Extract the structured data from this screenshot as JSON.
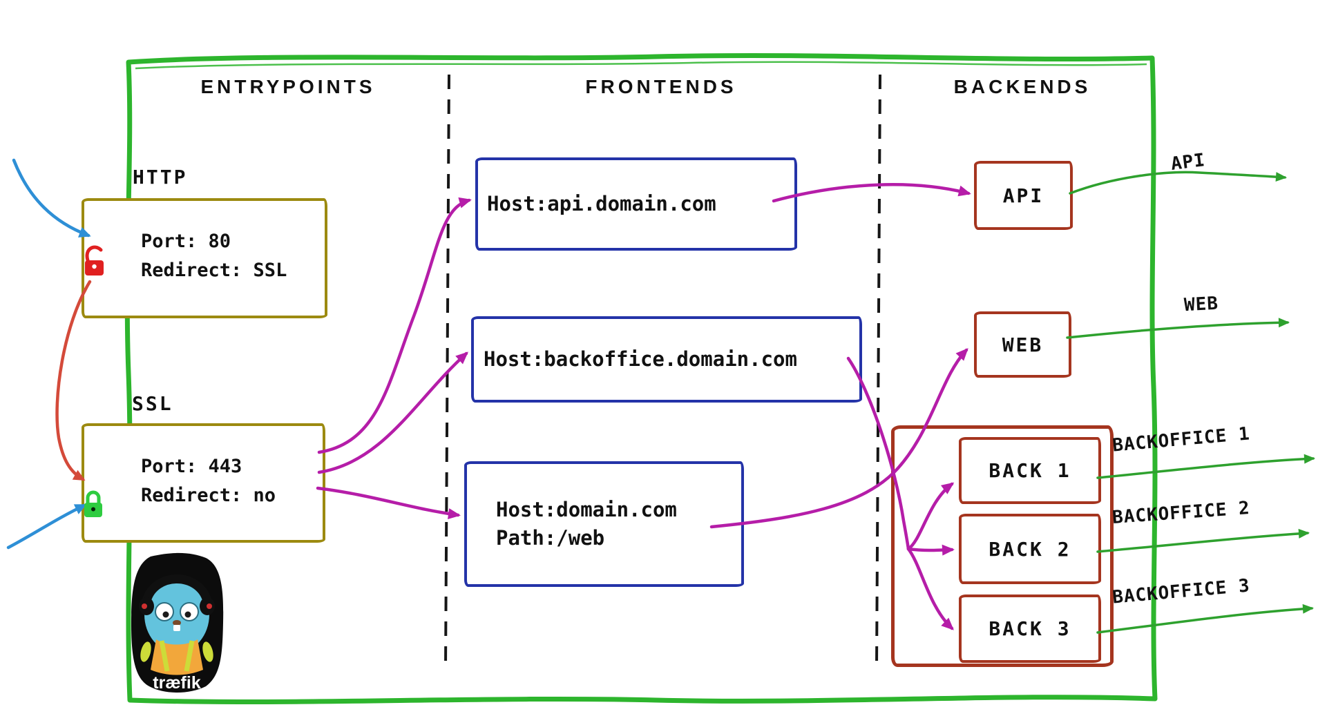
{
  "colors": {
    "border_green": "#2db52d",
    "arrow_green": "#2ea12e",
    "entry_box": "#9c8a10",
    "frontend_box": "#2433a8",
    "backend_box": "#a5351f",
    "magenta": "#b51da8",
    "blue_arrow": "#2e8fd6",
    "red_arrow": "#d44a3a",
    "lock_red": "#e02020",
    "lock_green": "#2ecc40",
    "text": "#111111",
    "logo_bg": "#0c0c0c",
    "logo_body": "#63c3dd",
    "logo_vest": "#f2a73b",
    "logo_strap": "#cddc39"
  },
  "headers": {
    "entrypoints": "ENTRYPOINTS",
    "frontends": "FRONTENDS",
    "backends": "BACKENDS"
  },
  "entrypoints": {
    "http": {
      "label": "HTTP",
      "port": "Port: 80",
      "redirect": "Redirect: SSL"
    },
    "ssl": {
      "label": "SSL",
      "port": "Port: 443",
      "redirect": "Redirect: no"
    }
  },
  "frontends": {
    "api_host": "Host:api.domain.com",
    "backoffice_host": "Host:backoffice.domain.com",
    "web_host": "Host:domain.com",
    "web_path": "Path:/web"
  },
  "backends": {
    "api": "API",
    "web": "WEB",
    "back1": "BACK 1",
    "back2": "BACK 2",
    "back3": "BACK 3"
  },
  "outputs": {
    "api": "API",
    "web": "WEB",
    "backoffice1": "BACKOFFICE 1",
    "backoffice2": "BACKOFFICE 2",
    "backoffice3": "BACKOFFICE 3"
  },
  "logo": {
    "wordmark": "træfik"
  }
}
